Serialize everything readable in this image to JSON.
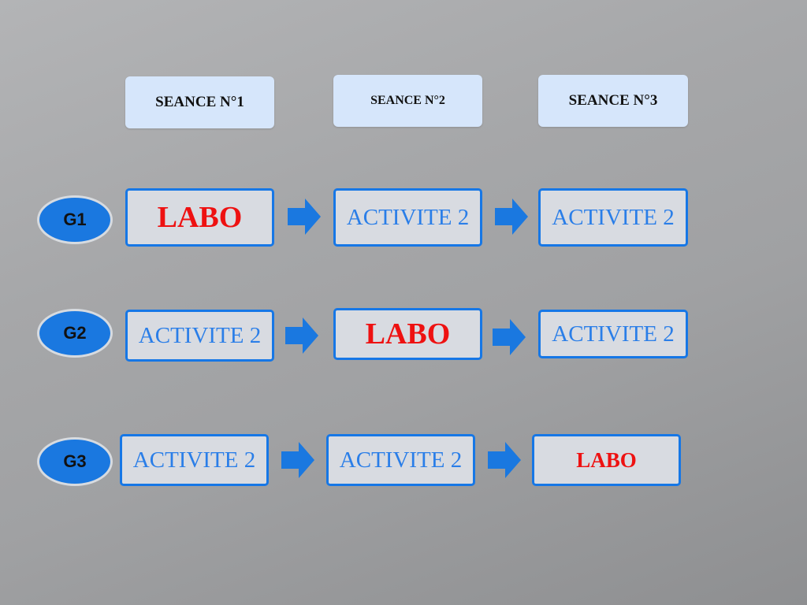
{
  "seances": [
    "SEANCE N°1",
    "SEANCE N°2",
    "SEANCE N°3"
  ],
  "groups": [
    {
      "label": "G1",
      "cells": [
        "LABO",
        "ACTIVITE 2",
        "ACTIVITE 2"
      ]
    },
    {
      "label": "G2",
      "cells": [
        "ACTIVITE 2",
        "LABO",
        "ACTIVITE 2"
      ]
    },
    {
      "label": "G3",
      "cells": [
        "ACTIVITE 2",
        "ACTIVITE 2",
        "LABO"
      ]
    }
  ],
  "colors": {
    "seance_bg": "#d6e6fb",
    "group_fill": "#1a78e0",
    "box_border": "#1677e6",
    "box_fill": "#d8dbe1",
    "activity_text": "#2a7ee8",
    "labo_text": "#ee1111",
    "arrow": "#1a78e0"
  },
  "icons": {
    "arrow": "right-arrow-icon"
  }
}
